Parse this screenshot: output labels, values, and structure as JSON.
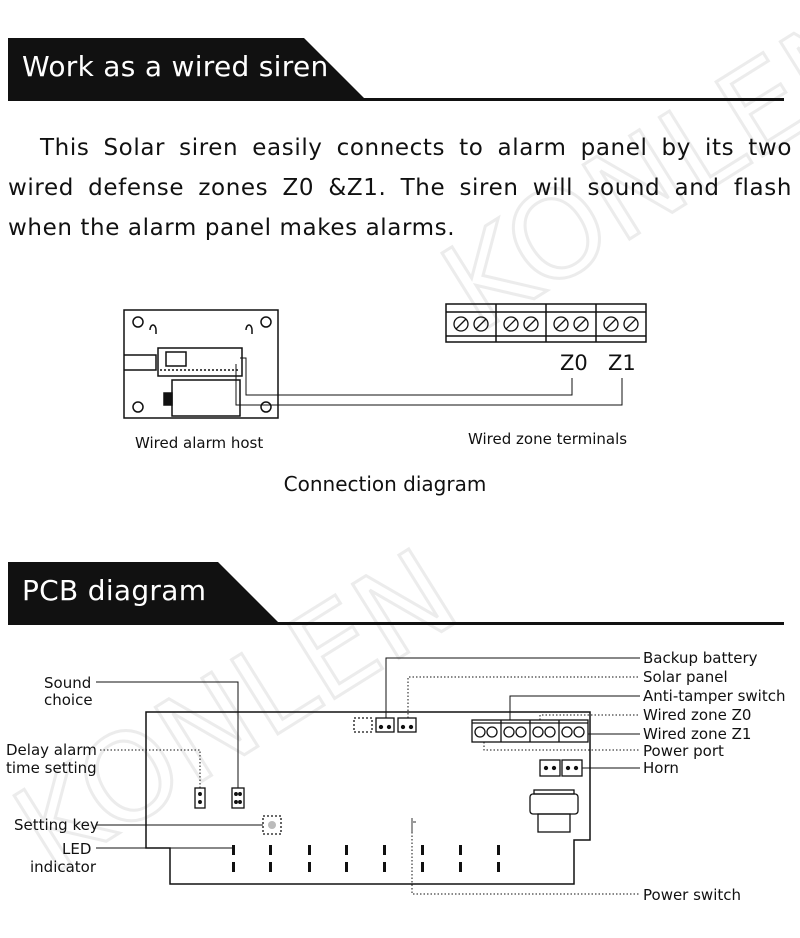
{
  "sections": {
    "wired": {
      "title": "Work as a wired siren"
    },
    "pcb": {
      "title": "PCB diagram"
    }
  },
  "intro_text": "This Solar siren easily connects to alarm panel by its two wired defense zones Z0 &Z1. The siren will sound and flash when the alarm panel makes alarms.",
  "connection": {
    "host_caption": "Wired alarm host",
    "terminals_caption": "Wired zone terminals",
    "z0_label": "Z0",
    "z1_label": "Z1",
    "diagram_title": "Connection diagram"
  },
  "pcb_labels": {
    "left": {
      "sound_choice_1": "Sound",
      "sound_choice_2": "choice",
      "delay_1": "Delay alarm",
      "delay_2": "time setting",
      "setting_key": "Setting key",
      "led_1": "LED",
      "led_2": "indicator"
    },
    "right": {
      "backup_battery": "Backup battery",
      "solar_panel": "Solar panel",
      "anti_tamper": "Anti-tamper switch",
      "zone_z0": "Wired zone Z0",
      "zone_z1": "Wired zone Z1",
      "power_port": "Power port",
      "horn": "Horn",
      "power_switch": "Power switch"
    }
  },
  "watermark": "KONLEN",
  "colors": {
    "tab_fill": "#111111",
    "line": "#111111"
  }
}
